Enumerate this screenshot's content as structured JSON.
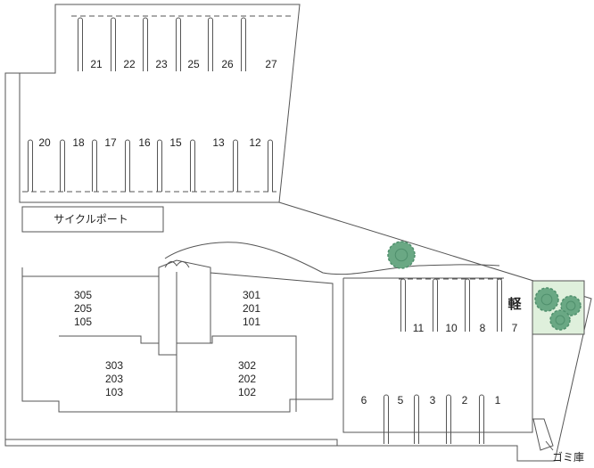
{
  "parking": {
    "top_row": [
      "21",
      "22",
      "23",
      "25",
      "26",
      "27"
    ],
    "middle_row": [
      "20",
      "18",
      "17",
      "16",
      "15",
      "13",
      "12"
    ],
    "right_row": [
      "11",
      "10",
      "8",
      "7"
    ],
    "kei_mark": "軽",
    "bottom_row": [
      "6",
      "5",
      "3",
      "2",
      "1"
    ]
  },
  "cycle_port": "サイクルポート",
  "building": {
    "west_upper": [
      "305",
      "205",
      "105"
    ],
    "east_upper": [
      "301",
      "201",
      "101"
    ],
    "west_lower": [
      "303",
      "203",
      "103"
    ],
    "east_lower": [
      "302",
      "202",
      "102"
    ]
  },
  "garbage": "ゴミ庫",
  "colors": {
    "line": "#555555",
    "tree": "#6aa884",
    "tree_dark": "#4f8f6c",
    "planter": "#dff0dc"
  }
}
